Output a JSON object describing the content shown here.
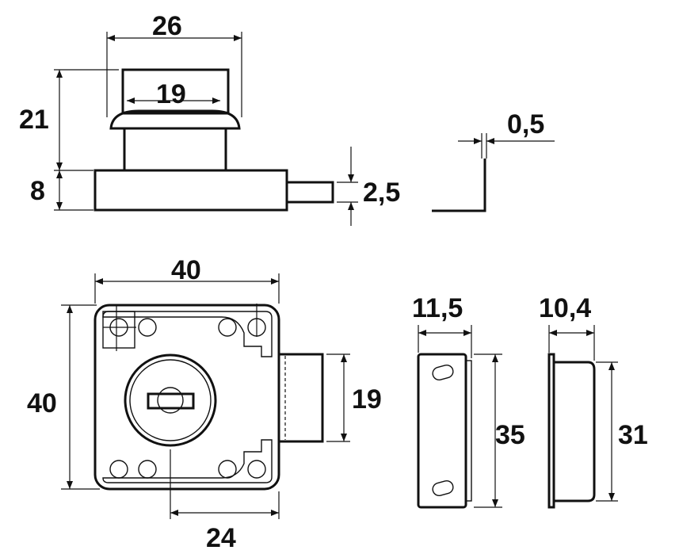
{
  "dimensions": {
    "top_width": "26",
    "knob_width": "19",
    "knob_height": "21",
    "plate_thickness": "8",
    "bolt_thickness": "2,5",
    "strike_thickness": "0,5",
    "body_width": "40",
    "body_height": "40",
    "bolt_height": "19",
    "backset": "24",
    "strike1_width": "11,5",
    "strike1_height": "35",
    "strike2_width": "10,4",
    "strike2_height": "31"
  },
  "colors": {
    "line": "#111111",
    "background": "#ffffff"
  }
}
